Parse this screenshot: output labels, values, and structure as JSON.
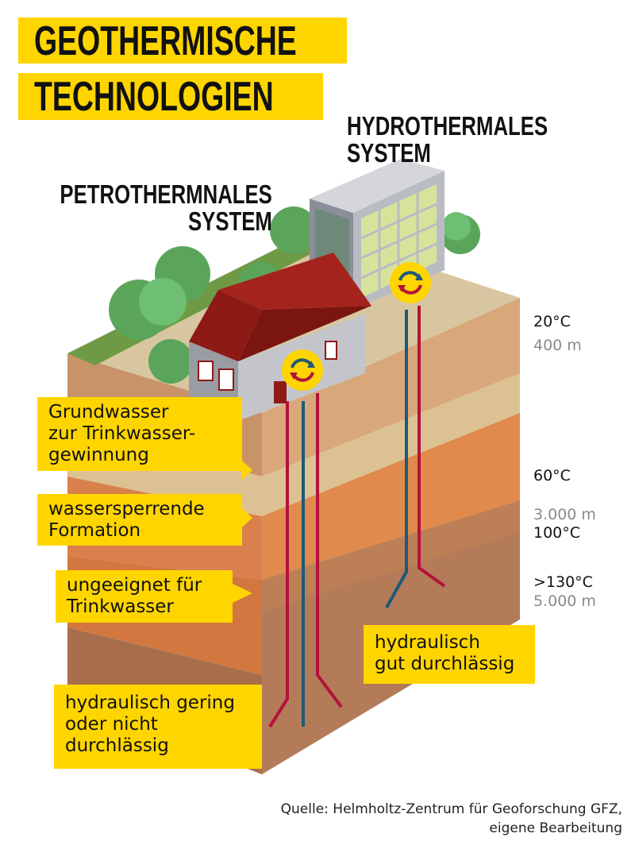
{
  "title": {
    "line1": "GEOTHERMISCHE",
    "line2": "TECHNOLOGIEN"
  },
  "systems": {
    "hydro": {
      "line1": "HYDROTHERMALES",
      "line2": "SYSTEM"
    },
    "petro": {
      "line1": "PETROTHERMNALES",
      "line2": "SYSTEM"
    }
  },
  "labels": {
    "grundwasser": [
      "Grundwasser",
      "zur Trinkwasser-",
      "gewinnung"
    ],
    "wassersperrend": [
      "wassersperrende",
      "Formation"
    ],
    "ungeeignet": [
      "ungeeignet für",
      "Trinkwasser"
    ],
    "gering": [
      "hydraulisch gering",
      "oder nicht",
      "durchlässig"
    ],
    "gut": [
      "hydraulisch",
      "gut durchlässig"
    ]
  },
  "depths": {
    "t20": "20°C",
    "d400": "400 m",
    "t60": "60°C",
    "d3000": "3.000 m",
    "t100": "100°C",
    "t130": ">130°C",
    "d5000": "5.000 m"
  },
  "source": {
    "line1": "Quelle: Helmholtz-Zentrum für Geoforschung GFZ,",
    "line2": "eigene Bearbeitung"
  },
  "colors": {
    "accent": "#ffd500",
    "pipe_red": "#b3123a",
    "pipe_blue": "#1d5a78"
  },
  "icons": [
    "heat-exchange-cycle-icon",
    "arrow-right-icon"
  ]
}
